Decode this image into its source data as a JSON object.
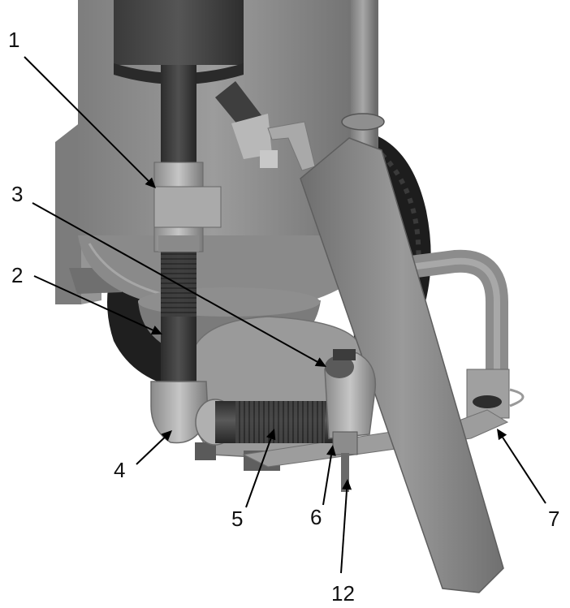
{
  "diagram": {
    "callouts": [
      {
        "id": "1",
        "label": "1"
      },
      {
        "id": "2",
        "label": "2"
      },
      {
        "id": "3",
        "label": "3"
      },
      {
        "id": "4",
        "label": "4"
      },
      {
        "id": "5",
        "label": "5"
      },
      {
        "id": "6",
        "label": "6"
      },
      {
        "id": "7",
        "label": "7"
      },
      {
        "id": "12",
        "label": "12"
      }
    ],
    "colors": {
      "metal_light": "#b5b5b5",
      "metal_mid": "#8f8f8f",
      "metal_dark": "#5a5a5a",
      "pipe_dark": "#3c3c3c",
      "tire": "#1d1d1d",
      "leader": "#000000"
    }
  }
}
